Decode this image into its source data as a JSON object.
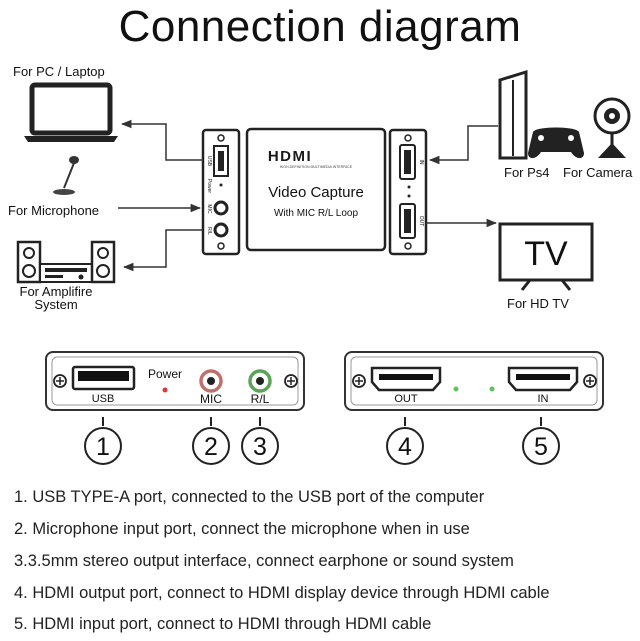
{
  "title": "Connection diagram",
  "devices": {
    "pc": "For PC / Laptop",
    "microphone": "For Microphone",
    "amplifier_line1": "For Amplifire",
    "amplifier_line2": "System",
    "ps4": "For Ps4",
    "camera": "For Camera",
    "tv_text": "TV",
    "tv": "For HD TV"
  },
  "device_box": {
    "brand": "HDMI",
    "tagline": "HIGH-DEFINITION MULTIMEDIA INTERFACE",
    "name": "Video Capture",
    "subtitle": "With MIC R/L Loop",
    "left_usb": "USB",
    "left_power": "Power",
    "left_mic": "MIC",
    "left_rl": "R/L",
    "right_in": "IN",
    "right_out": "OUT"
  },
  "panels": {
    "power": "Power",
    "usb": "USB",
    "mic": "MIC",
    "rl": "R/L",
    "out": "OUT",
    "in": "IN"
  },
  "callouts": [
    "1",
    "2",
    "3",
    "4",
    "5"
  ],
  "descriptions": [
    "1. USB TYPE-A port, connected to the USB port of the computer",
    "2. Microphone input port, connect the microphone when in use",
    "3.3.5mm stereo output interface, connect earphone or sound system",
    "4. HDMI output port, connect to HDMI display device through HDMI cable",
    "5. HDMI input port, connect to HDMI through HDMI cable"
  ],
  "colors": {
    "mic_port": "#c0706a",
    "rl_port": "#5ea35a",
    "power_led": "#d83a3a",
    "status_led": "#5fc45a",
    "hdmi_logo": "#1a1a1a"
  }
}
